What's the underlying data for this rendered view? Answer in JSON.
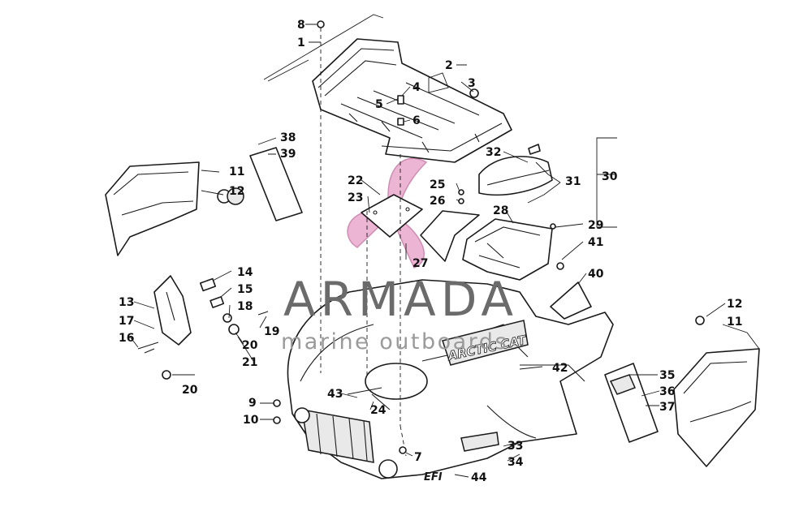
{
  "watermark": {
    "title": "ARMADA",
    "subtitle": "marine outboards",
    "logo_color": "#e8a9cc"
  },
  "vehicle_brand": "ARCTIC CAT",
  "efi_badge": "EFI",
  "callouts": [
    "1",
    "2",
    "3",
    "4",
    "5",
    "6",
    "7",
    "8",
    "9",
    "10",
    "11",
    "12",
    "13",
    "14",
    "15",
    "16",
    "17",
    "18",
    "19",
    "20",
    "21",
    "22",
    "23",
    "24",
    "25",
    "26",
    "27",
    "28",
    "29",
    "30",
    "31",
    "32",
    "33",
    "34",
    "35",
    "36",
    "37",
    "38",
    "39",
    "40",
    "41",
    "42",
    "43",
    "44"
  ],
  "repeated_callouts": [
    "11",
    "12",
    "20"
  ]
}
